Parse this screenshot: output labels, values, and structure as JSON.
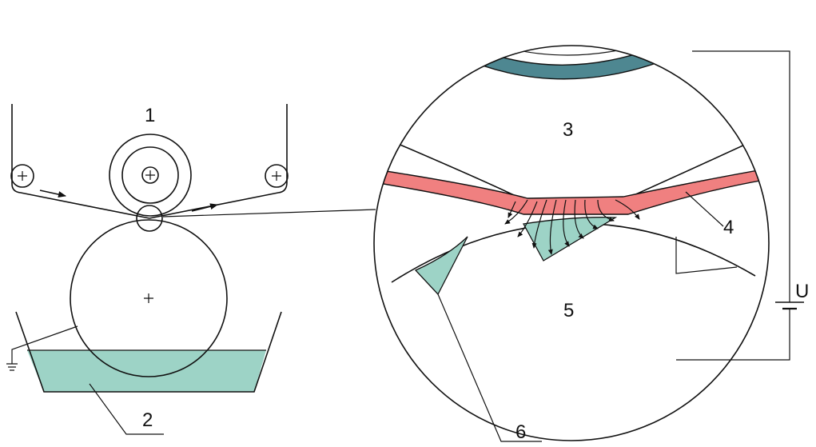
{
  "labels": {
    "press_roller": "1",
    "trough": "2",
    "upper_roll": "3",
    "web": "4",
    "lower_roll": "5",
    "liquid_film": "6",
    "voltage": "U"
  },
  "colors": {
    "liquid": "#9dd3c6",
    "web": "#f08080",
    "upper_roll_band": "#4e8791",
    "stroke": "#111111",
    "background": "#ffffff"
  }
}
